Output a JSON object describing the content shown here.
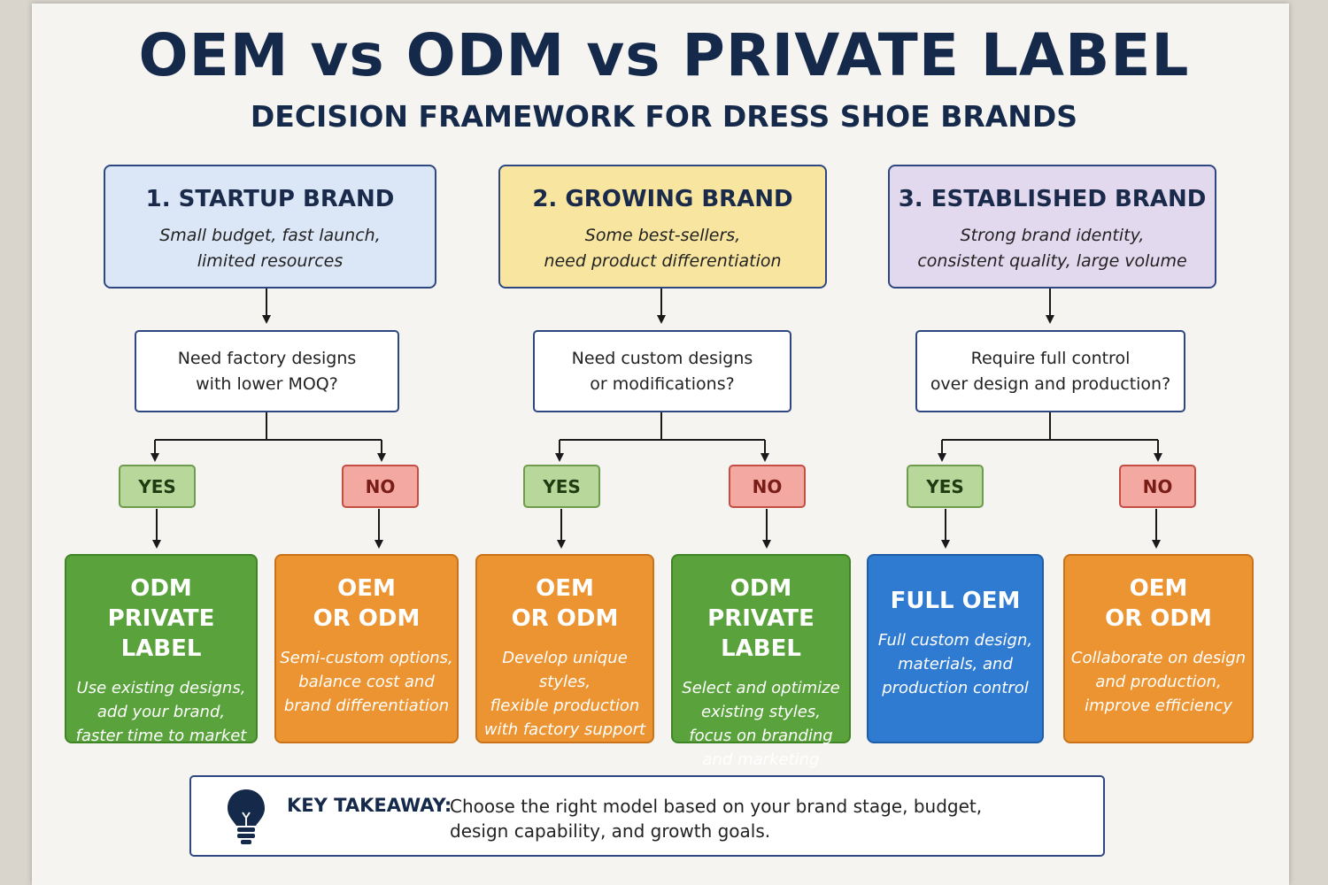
{
  "title": "OEM vs ODM vs PRIVATE LABEL",
  "subtitle": "DECISION FRAMEWORK FOR DRESS SHOE BRANDS",
  "colors": {
    "navy": "#15294a",
    "stage_startup": "#dbe6f6",
    "stage_growing": "#f8e6a0",
    "stage_established": "#e3d9ef",
    "yes": "#b7d89a",
    "no": "#f3a9a2",
    "green": "#5aa33c",
    "orange": "#ec9431",
    "blue": "#2f7bd1"
  },
  "stages": [
    {
      "title": "1. STARTUP BRAND",
      "description": "Small budget, fast launch,\nlimited resources",
      "question": "Need factory designs\nwith lower MOQ?",
      "yes_label": "YES",
      "no_label": "NO",
      "yes_result": {
        "title": "ODM\nPRIVATE LABEL",
        "description": "Use existing designs,\nadd your brand,\nfaster time to market",
        "color": "green"
      },
      "no_result": {
        "title": "OEM\nOR ODM",
        "description": "Semi-custom options,\nbalance cost and\nbrand differentiation",
        "color": "orange"
      }
    },
    {
      "title": "2. GROWING BRAND",
      "description": "Some best-sellers,\nneed product differentiation",
      "question": "Need custom designs\nor modifications?",
      "yes_label": "YES",
      "no_label": "NO",
      "yes_result": {
        "title": "OEM\nOR ODM",
        "description": "Develop unique styles,\nflexible production\nwith factory support",
        "color": "orange"
      },
      "no_result": {
        "title": "ODM\nPRIVATE LABEL",
        "description": "Select and optimize\nexisting styles,\nfocus on branding\nand marketing",
        "color": "green"
      }
    },
    {
      "title": "3. ESTABLISHED BRAND",
      "description": "Strong brand identity,\nconsistent quality, large volume",
      "question": "Require full control\nover design and production?",
      "yes_label": "YES",
      "no_label": "NO",
      "yes_result": {
        "title": "FULL OEM",
        "description": "Full custom design,\nmaterials, and\nproduction control",
        "color": "blue"
      },
      "no_result": {
        "title": "OEM\nOR ODM",
        "description": "Collaborate on design\nand production,\nimprove efficiency",
        "color": "orange"
      }
    }
  ],
  "takeaway": {
    "icon": "lightbulb-icon",
    "label": "KEY TAKEAWAY:",
    "text": "Choose the right model based on your brand stage, budget, design capability, and growth goals."
  }
}
